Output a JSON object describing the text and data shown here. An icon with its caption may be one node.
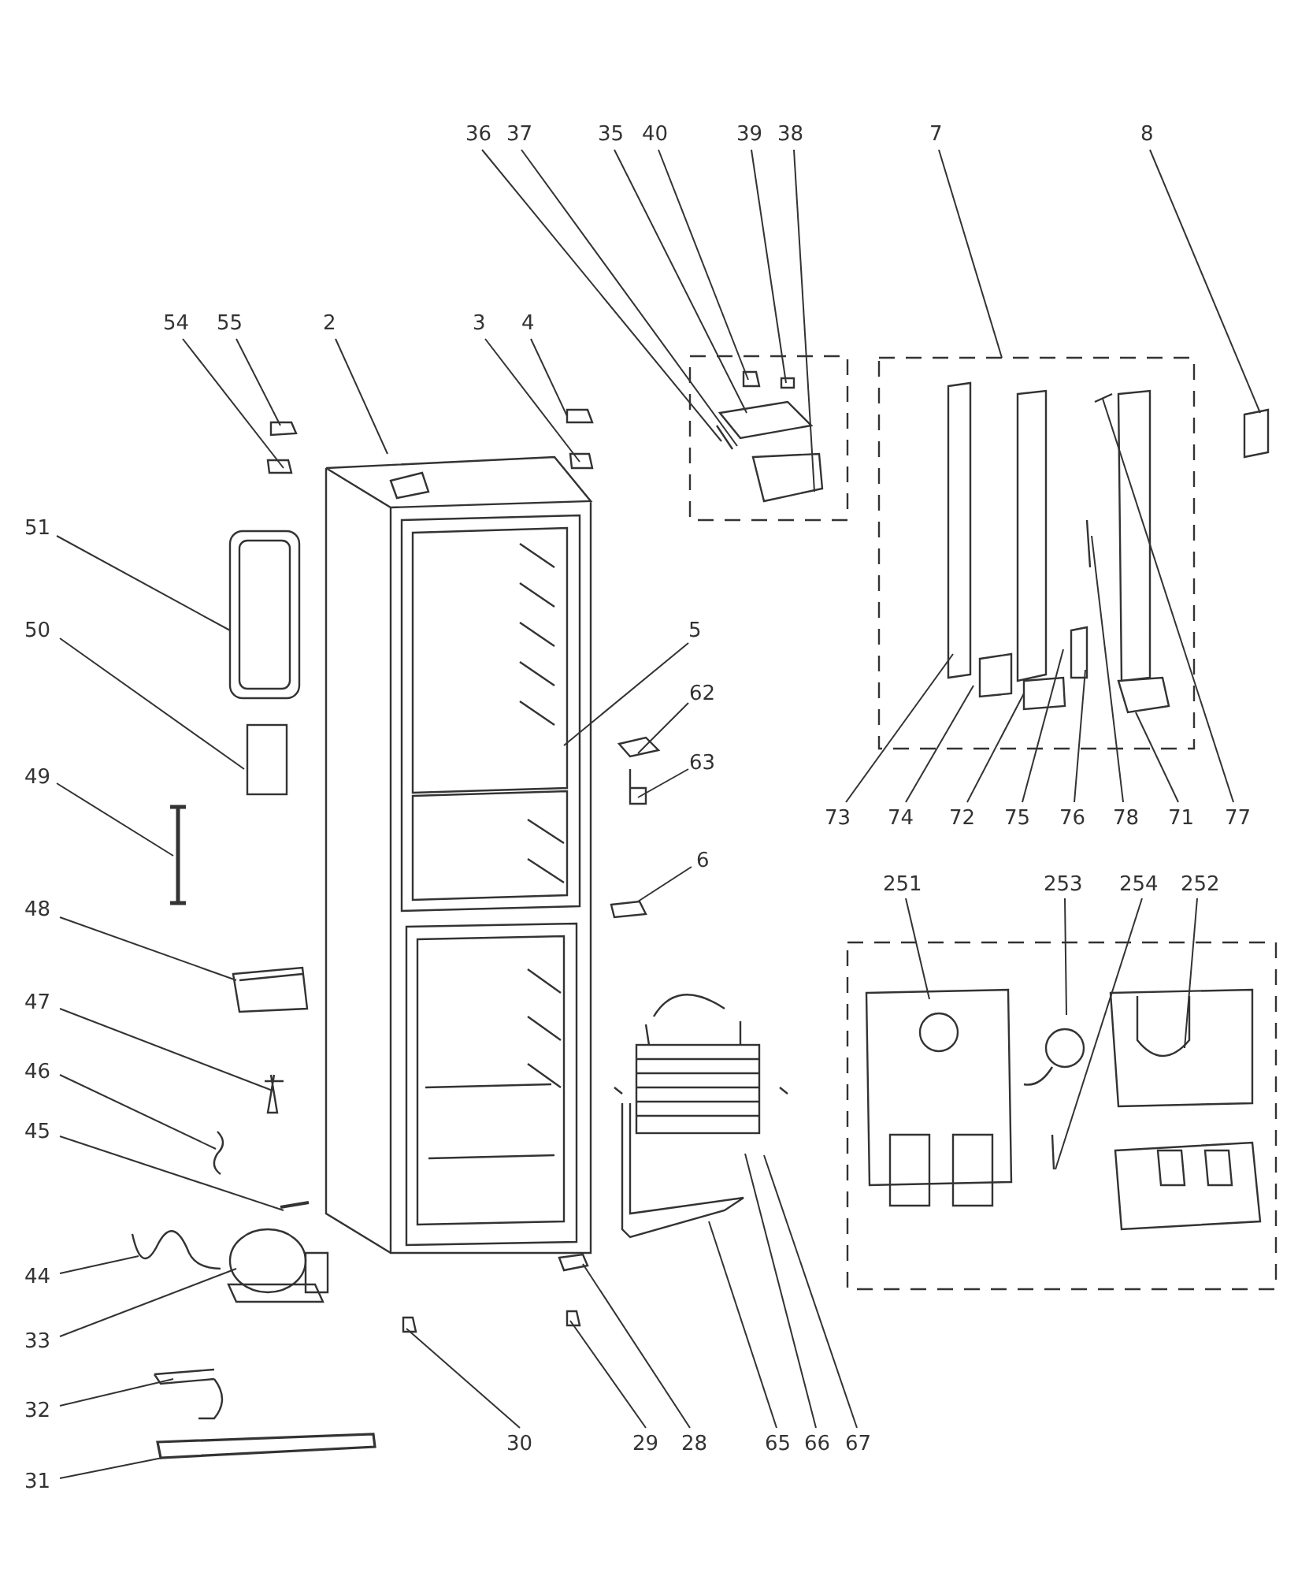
{
  "diagram": {
    "nodes": [
      {
        "text": [
          "36"
        ]
      },
      {
        "text": [
          "37"
        ]
      },
      {
        "text": [
          "35"
        ]
      },
      {
        "text": [
          "40"
        ]
      },
      {
        "text": [
          "39"
        ]
      },
      {
        "text": [
          "38"
        ]
      },
      {
        "text": [
          "7"
        ]
      },
      {
        "text": [
          "8"
        ]
      },
      {
        "text": [
          "54"
        ]
      },
      {
        "text": [
          "55"
        ]
      },
      {
        "text": [
          "2"
        ]
      },
      {
        "text": [
          "3"
        ]
      },
      {
        "text": [
          "4"
        ]
      },
      {
        "text": [
          "51"
        ]
      },
      {
        "text": [
          "5"
        ]
      },
      {
        "text": [
          "62"
        ]
      },
      {
        "text": [
          "50"
        ]
      },
      {
        "text": [
          "63"
        ]
      },
      {
        "text": [
          "49"
        ]
      },
      {
        "text": [
          "6"
        ]
      },
      {
        "text": [
          "48"
        ]
      },
      {
        "text": [
          "47"
        ]
      },
      {
        "text": [
          "46"
        ]
      },
      {
        "text": [
          "45"
        ]
      },
      {
        "text": [
          "44"
        ]
      },
      {
        "text": [
          "33"
        ]
      },
      {
        "text": [
          "32"
        ]
      },
      {
        "text": [
          "31"
        ]
      },
      {
        "text": [
          "30"
        ]
      },
      {
        "text": [
          "29"
        ]
      },
      {
        "text": [
          "28"
        ]
      },
      {
        "text": [
          "65"
        ]
      },
      {
        "text": [
          "66"
        ]
      },
      {
        "text": [
          "67"
        ]
      },
      {
        "text": [
          "73"
        ]
      },
      {
        "text": [
          "74"
        ]
      },
      {
        "text": [
          "72"
        ]
      },
      {
        "text": [
          "75"
        ]
      },
      {
        "text": [
          "76"
        ]
      },
      {
        "text": [
          "78"
        ]
      },
      {
        "text": [
          "71"
        ]
      },
      {
        "text": [
          "77"
        ]
      },
      {
        "text": [
          "251"
        ]
      },
      {
        "text": [
          "253"
        ]
      },
      {
        "text": [
          "254"
        ]
      },
      {
        "text": [
          "252"
        ]
      }
    ],
    "edges": [
      {
        "from": 0,
        "to": null,
        "arrow": "none"
      },
      {
        "from": 1,
        "to": null,
        "arrow": "none"
      },
      {
        "from": 2,
        "to": null,
        "arrow": "none"
      },
      {
        "from": 3,
        "to": null,
        "arrow": "none"
      },
      {
        "from": 4,
        "to": null,
        "arrow": "none"
      },
      {
        "from": 5,
        "to": null,
        "arrow": "none"
      },
      {
        "from": 6,
        "to": null,
        "arrow": "none"
      },
      {
        "from": 7,
        "to": null,
        "arrow": "none"
      },
      {
        "from": 8,
        "to": null,
        "arrow": "none"
      },
      {
        "from": 9,
        "to": null,
        "arrow": "none"
      },
      {
        "from": 10,
        "to": null,
        "arrow": "none"
      },
      {
        "from": 11,
        "to": null,
        "arrow": "none"
      },
      {
        "from": 12,
        "to": null,
        "arrow": "none"
      },
      {
        "from": 13,
        "to": null,
        "arrow": "none"
      },
      {
        "from": 14,
        "to": null,
        "arrow": "none"
      },
      {
        "from": 15,
        "to": null,
        "arrow": "none"
      },
      {
        "from": 16,
        "to": null,
        "arrow": "none"
      },
      {
        "from": 17,
        "to": null,
        "arrow": "none"
      },
      {
        "from": 18,
        "to": null,
        "arrow": "none"
      },
      {
        "from": 19,
        "to": null,
        "arrow": "none"
      },
      {
        "from": 20,
        "to": null,
        "arrow": "none"
      },
      {
        "from": 21,
        "to": null,
        "arrow": "none"
      },
      {
        "from": 22,
        "to": null,
        "arrow": "none"
      },
      {
        "from": 23,
        "to": null,
        "arrow": "none"
      },
      {
        "from": 24,
        "to": null,
        "arrow": "none"
      },
      {
        "from": 25,
        "to": null,
        "arrow": "none"
      },
      {
        "from": 26,
        "to": null,
        "arrow": "none"
      },
      {
        "from": 27,
        "to": null,
        "arrow": "none"
      },
      {
        "from": 28,
        "to": null,
        "arrow": "none"
      },
      {
        "from": 29,
        "to": null,
        "arrow": "none"
      },
      {
        "from": 30,
        "to": null,
        "arrow": "none"
      },
      {
        "from": 31,
        "to": null,
        "arrow": "none"
      },
      {
        "from": 32,
        "to": null,
        "arrow": "none"
      },
      {
        "from": 33,
        "to": null,
        "arrow": "none"
      },
      {
        "from": 34,
        "to": null,
        "arrow": "none"
      },
      {
        "from": 35,
        "to": null,
        "arrow": "none"
      },
      {
        "from": 36,
        "to": null,
        "arrow": "none"
      },
      {
        "from": 37,
        "to": null,
        "arrow": "none"
      },
      {
        "from": 38,
        "to": null,
        "arrow": "none"
      },
      {
        "from": 39,
        "to": null,
        "arrow": "none"
      },
      {
        "from": 40,
        "to": null,
        "arrow": "none"
      },
      {
        "from": 41,
        "to": null,
        "arrow": "none"
      },
      {
        "from": 42,
        "to": null,
        "arrow": "none"
      },
      {
        "from": 43,
        "to": null,
        "arrow": "none"
      },
      {
        "from": 44,
        "to": null,
        "arrow": "none"
      },
      {
        "from": 45,
        "to": null,
        "arrow": "none"
      }
    ]
  }
}
